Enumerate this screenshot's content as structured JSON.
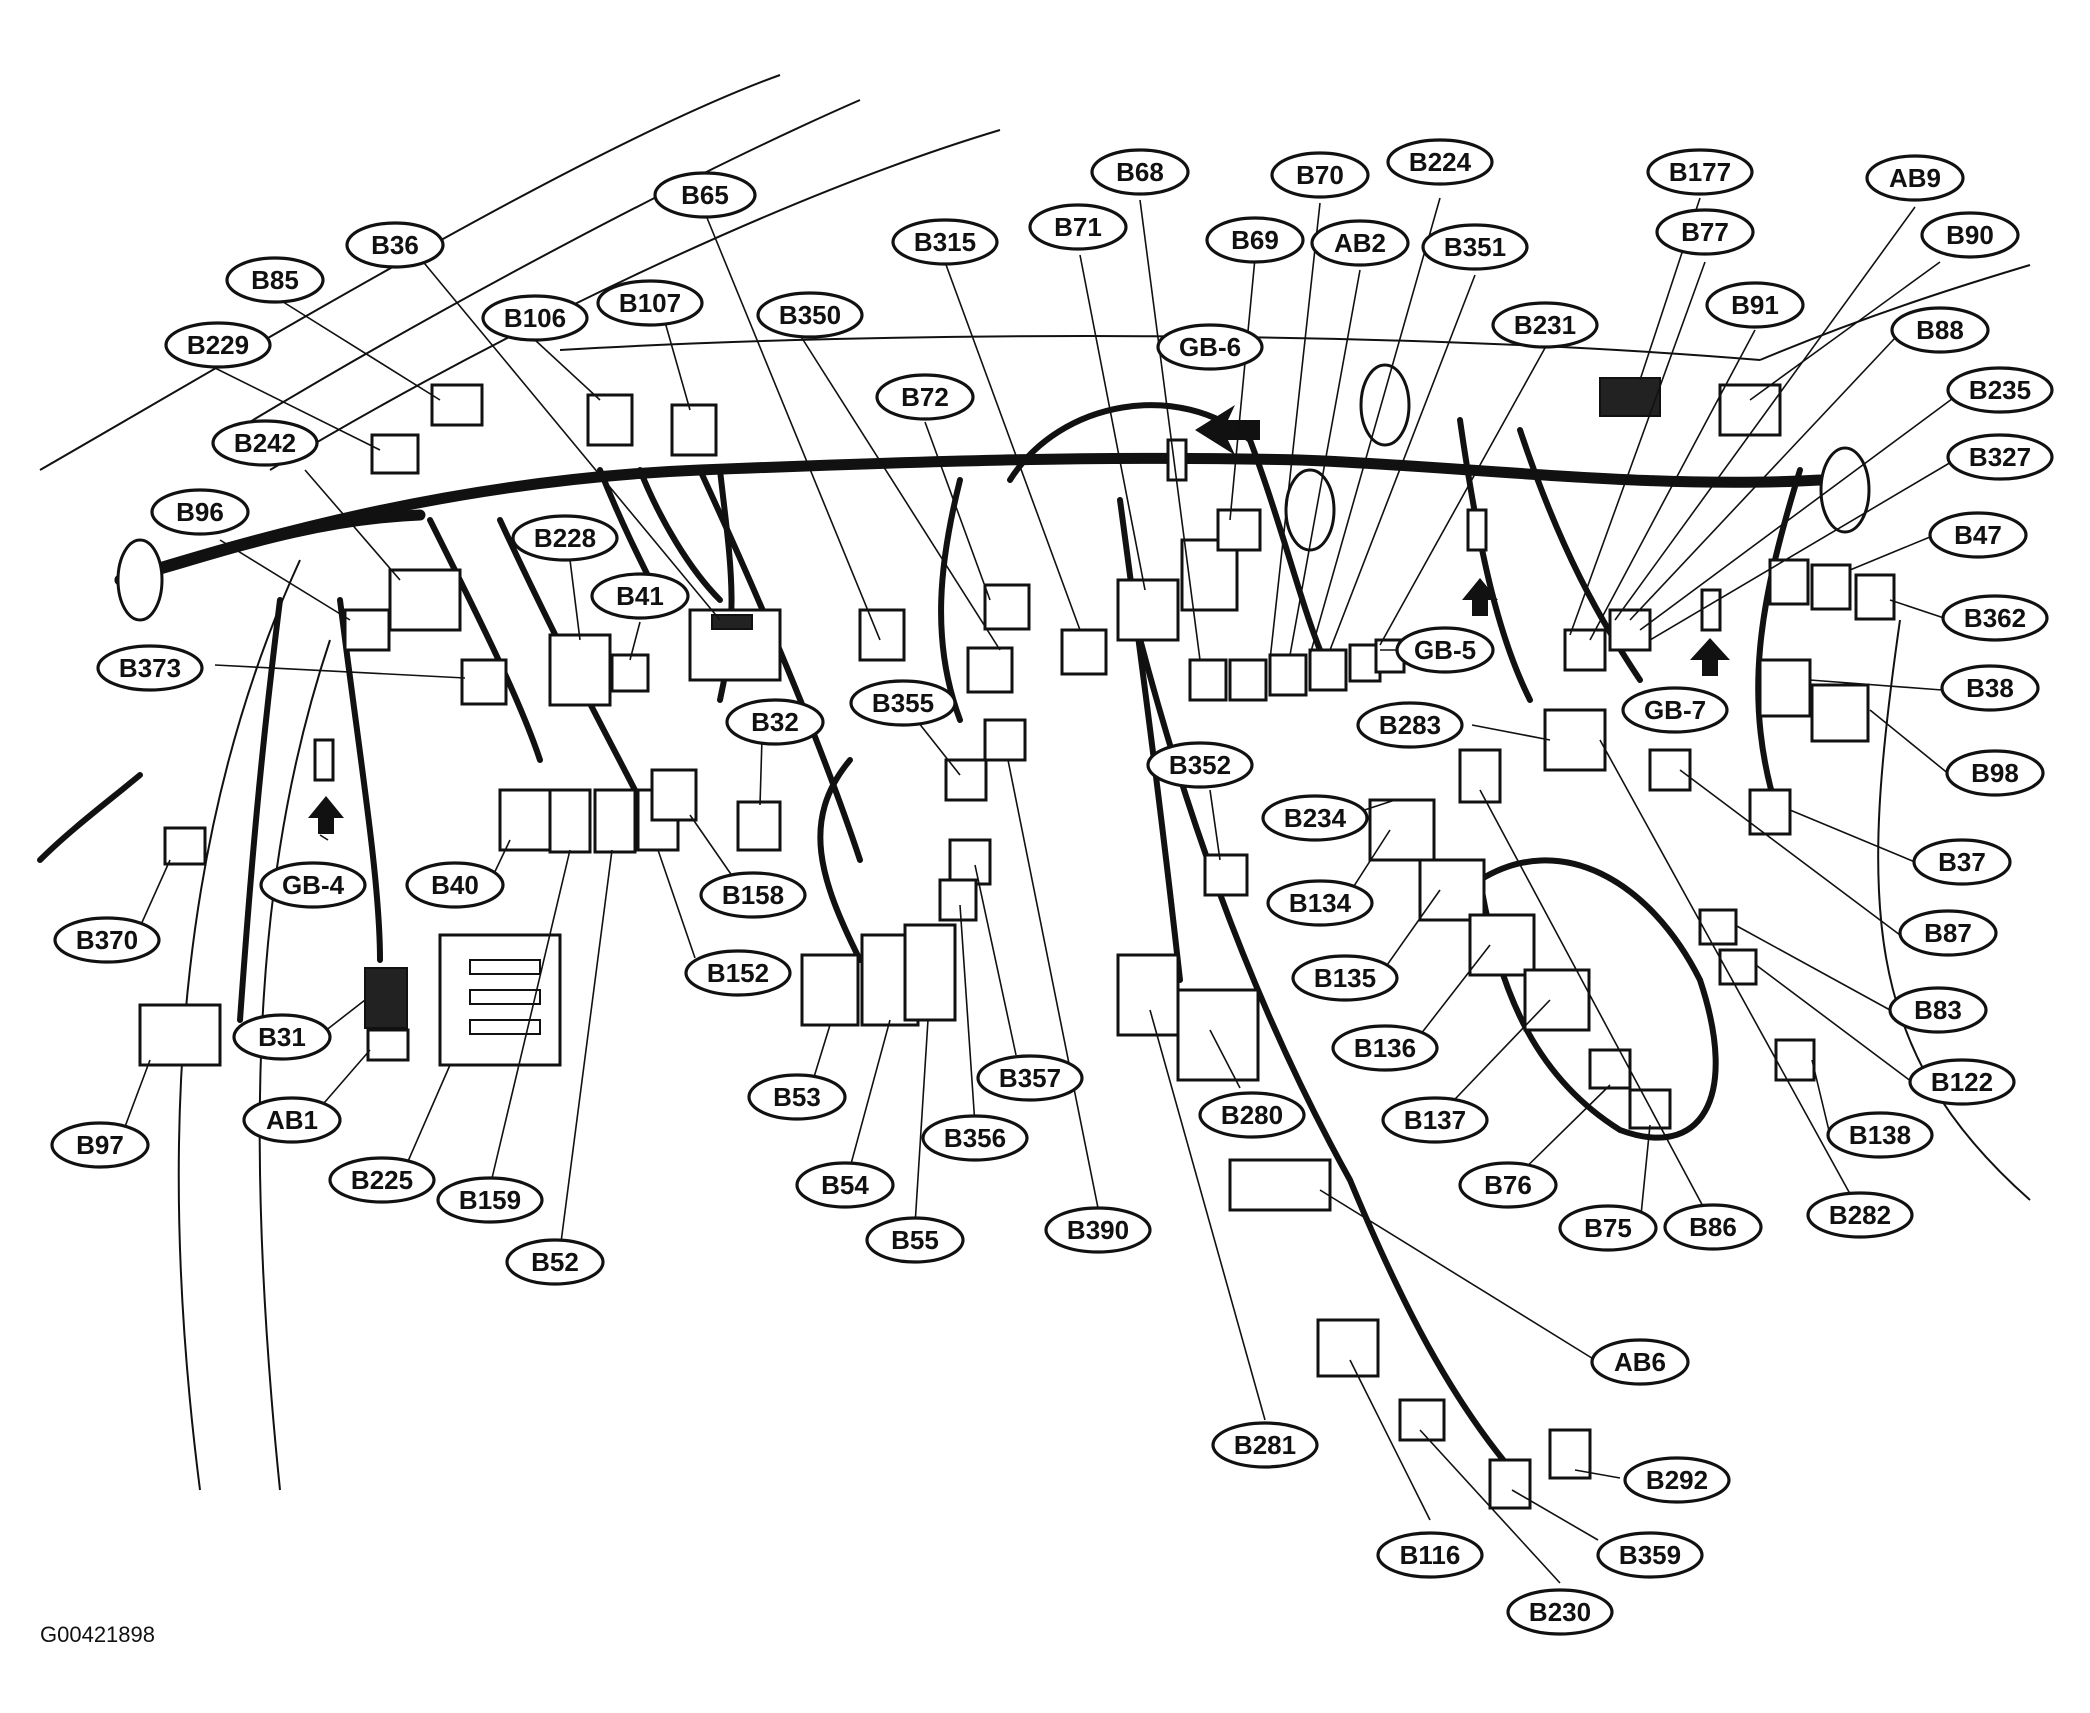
{
  "figure_id": "G00421898",
  "labels": [
    "B65",
    "B36",
    "B85",
    "B106",
    "B107",
    "B229",
    "B242",
    "B96",
    "B373",
    "B228",
    "B41",
    "B350",
    "B315",
    "B72",
    "B71",
    "B68",
    "B70",
    "B224",
    "B69",
    "AB2",
    "B351",
    "GB-6",
    "B231",
    "B177",
    "B77",
    "AB9",
    "B90",
    "B91",
    "B88",
    "B235",
    "B327",
    "B47",
    "B362",
    "B38",
    "B98",
    "B37",
    "B87",
    "B83",
    "B122",
    "B138",
    "B282",
    "B86",
    "B75",
    "B76",
    "B137",
    "B136",
    "B135",
    "B134",
    "B234",
    "GB-5",
    "B283",
    "GB-7",
    "B352",
    "B280",
    "B281",
    "AB6",
    "B116",
    "B230",
    "B359",
    "B292",
    "B390",
    "B355",
    "B357",
    "B356",
    "B55",
    "B54",
    "B53",
    "B32",
    "B158",
    "B152",
    "B52",
    "B159",
    "B225",
    "B40",
    "GB-4",
    "B370",
    "B97",
    "B31",
    "AB1"
  ]
}
